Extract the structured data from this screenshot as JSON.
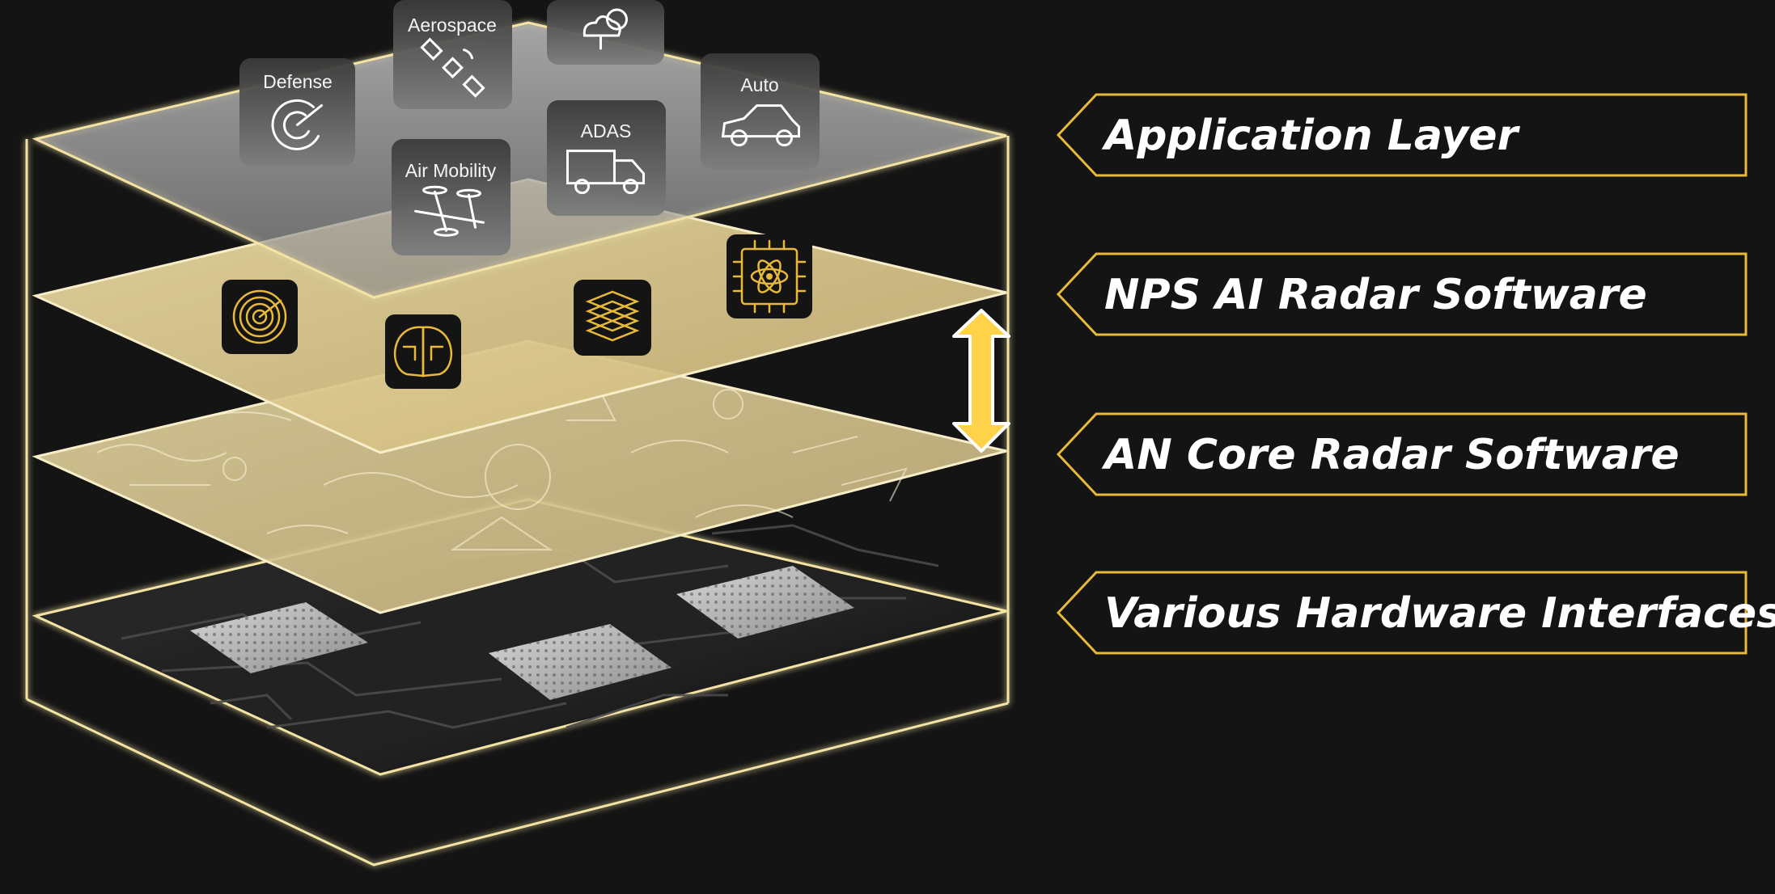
{
  "colors": {
    "background": "#141414",
    "accent_gold": "#e8b93a",
    "layer_gold": "#d8c58a",
    "frame_glow": "#f3e3a4"
  },
  "application_tiles": [
    {
      "label": "Defense",
      "icon": "radar-dish-icon"
    },
    {
      "label": "Aerospace",
      "icon": "satellite-icon"
    },
    {
      "label": "",
      "icon": "weather-cloud-sun-icon"
    },
    {
      "label": "Auto",
      "icon": "car-icon"
    },
    {
      "label": "ADAS",
      "icon": "truck-icon"
    },
    {
      "label": "Air Mobility",
      "icon": "evtol-aircraft-icon"
    }
  ],
  "software_icons": [
    {
      "icon": "radar-wave-icon"
    },
    {
      "icon": "brain-circuit-icon"
    },
    {
      "icon": "stacked-layers-icon"
    },
    {
      "icon": "atom-chip-icon"
    }
  ],
  "layers": [
    {
      "label": "Application Layer"
    },
    {
      "label": "NPS AI Radar Software"
    },
    {
      "label": "AN Core Radar Software"
    },
    {
      "label": "Various Hardware Interfaces"
    }
  ]
}
